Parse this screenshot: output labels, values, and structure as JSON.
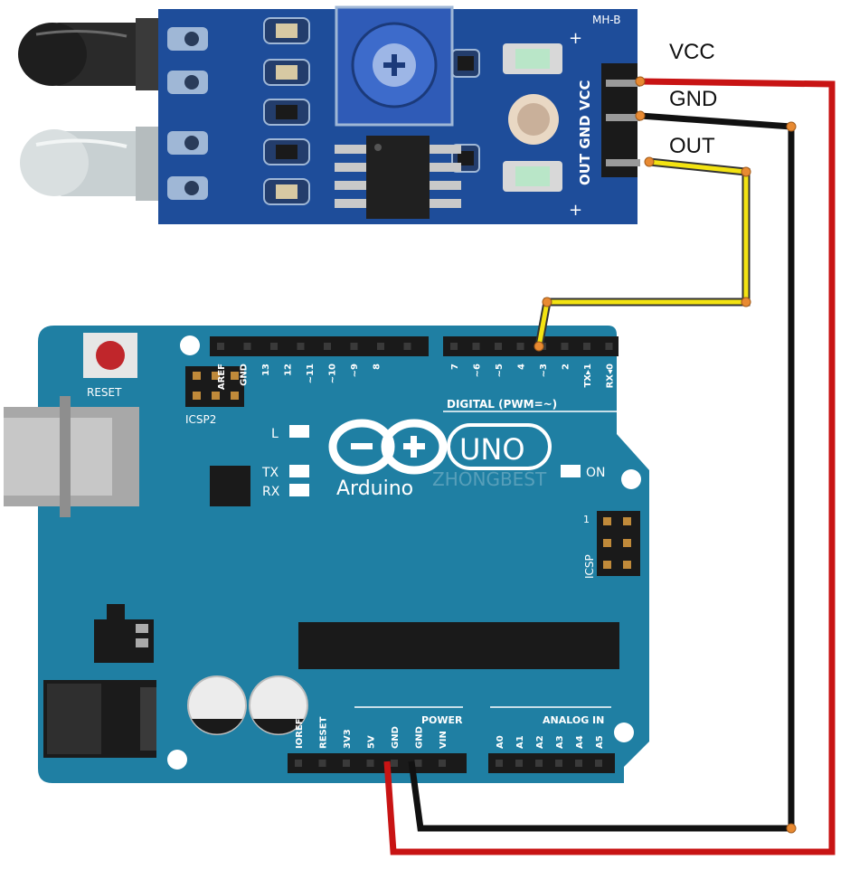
{
  "colors": {
    "board_blue": "#1f7fa3",
    "board_blue_dark": "#16627f",
    "module_blue": "#1e4d9a",
    "vcc_wire": "#c81414",
    "gnd_wire": "#111111",
    "out_wire": "#f3e312",
    "wire_node": "#e88a32",
    "reset_button": "#c0262b"
  },
  "wire_labels": {
    "vcc": "VCC",
    "gnd": "GND",
    "out": "OUT"
  },
  "ir_module": {
    "model": "MH-B",
    "pin_labels": "OUT GND VCC",
    "plus_top": "+",
    "plus_bottom": "+"
  },
  "arduino": {
    "reset_label": "RESET",
    "icsp2_label": "ICSP2",
    "icsp_label": "ICSP",
    "icsp_pin1": "1",
    "led_l": "L",
    "led_tx": "TX",
    "led_rx": "RX",
    "on_label": "ON",
    "brand": "Arduino",
    "uno": "UNO",
    "watermark": "ZHONGBEST",
    "digital_label": "DIGITAL (PWM=~)",
    "power_label": "POWER",
    "analog_label": "ANALOG IN",
    "top_header_left": [
      "AREF",
      "GND",
      "13",
      "12",
      "~11",
      "~10",
      "~9",
      "8"
    ],
    "top_header_right": [
      "7",
      "~6",
      "~5",
      "4",
      "~3",
      "2",
      "TX▸1",
      "RX◂0"
    ],
    "power_pins": [
      "IOREF",
      "RESET",
      "3V3",
      "5V",
      "GND",
      "GND",
      "VIN"
    ],
    "analog_pins": [
      "A0",
      "A1",
      "A2",
      "A3",
      "A4",
      "A5"
    ]
  }
}
